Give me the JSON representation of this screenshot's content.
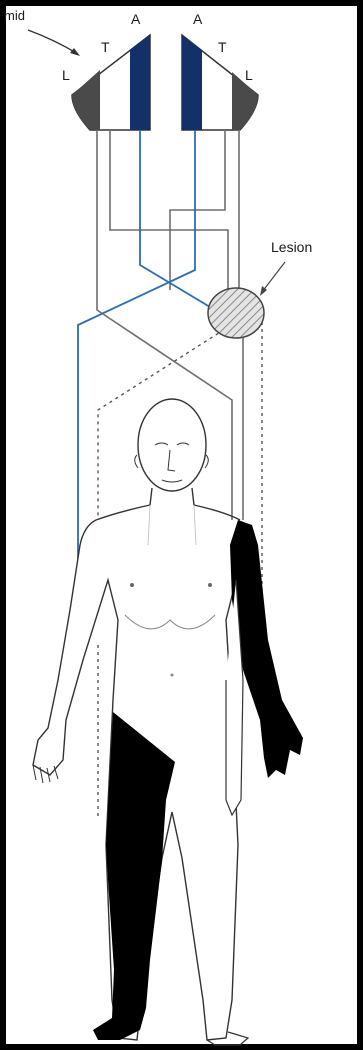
{
  "labels": {
    "mid": "mid",
    "left_L": "L",
    "left_T": "T",
    "left_A": "A",
    "right_A": "A",
    "right_T": "T",
    "right_L": "L",
    "lesion": "Lesion"
  },
  "colors": {
    "frame": "#000000",
    "blue_tract": "#1f4e8c",
    "gray_tract": "#6e6e6e",
    "sensory_loss_fill": "#000000",
    "lesion_hatch": "#8a8a8a"
  }
}
